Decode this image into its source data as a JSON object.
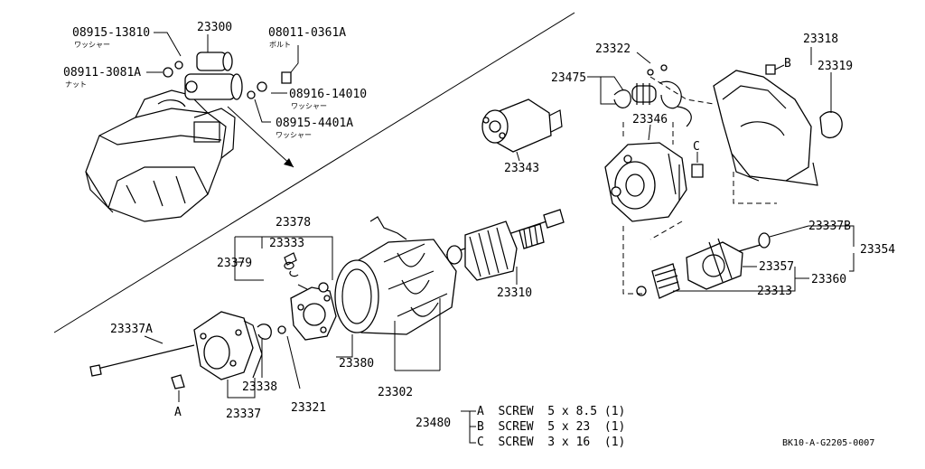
{
  "parts": {
    "p23300": "23300",
    "p08915_13810": "08915-13810",
    "p08915_13810_sub": "ワッシャー",
    "p08911_3081A": "08911-3081A",
    "p08911_3081A_sub": "ナット",
    "p08011_0361A": "08011-0361A",
    "p08011_0361A_sub": "ボルト",
    "p08916_14010": "08916-14010",
    "p08916_14010_sub": "ワッシャー",
    "p08915_4401A": "08915-4401A",
    "p08915_4401A_sub": "ワッシャー",
    "p23322": "23322",
    "p23318": "23318",
    "p23319": "23319",
    "pB_top": "B",
    "p23475": "23475",
    "p23346": "23346",
    "p23343": "23343",
    "pC": "C",
    "p23378": "23378",
    "p23333": "23333",
    "p23379": "23379",
    "p23337B": "23337B",
    "p23354": "23354",
    "p23357": "23357",
    "p23360": "23360",
    "p23313": "23313",
    "p23310": "23310",
    "p23337A": "23337A",
    "p23380": "23380",
    "p23302": "23302",
    "p23338": "23338",
    "p23337": "23337",
    "p23321": "23321",
    "pA": "A"
  },
  "screw_table": {
    "number": "23480",
    "rows": [
      "A  SCREW  5 x 8.5 (1)",
      "B  SCREW  5 x 23  (1)",
      "C  SCREW  3 x 16  (1)"
    ]
  },
  "footer_code": "BK10-A-G2205-0007"
}
